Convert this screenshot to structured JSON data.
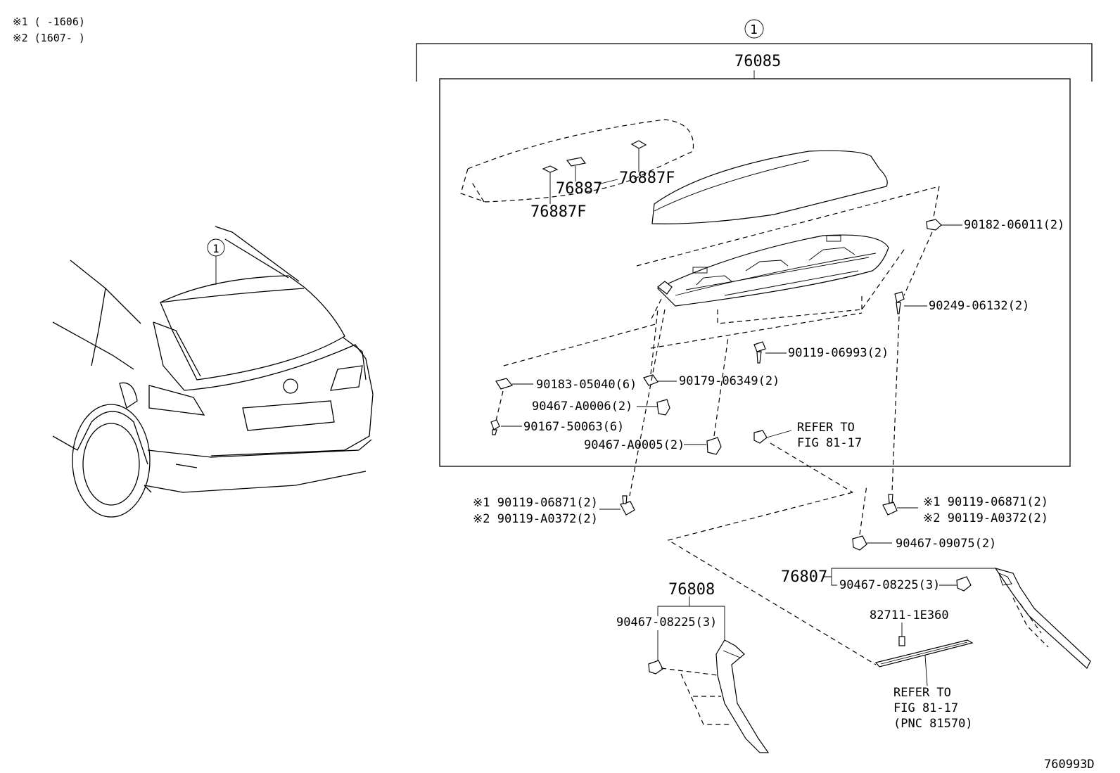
{
  "notes": {
    "n1": "※1 (      -1606)",
    "n2": "※2 (1607-      )"
  },
  "callouts": {
    "assembly_marker": "1",
    "car_marker": "1"
  },
  "labels": {
    "assembly": "76085",
    "p76887": "76887",
    "p76887F_a": "76887F",
    "p76887F_b": "76887F",
    "p90182": "90182-06011(2)",
    "p90249": "90249-06132(2)",
    "p90119_06993": "90119-06993(2)",
    "p90183": "90183-05040(6)",
    "p90179": "90179-06349(2)",
    "p90467_A0006": "90467-A0006(2)",
    "p90167": "90167-50063(6)",
    "p90467_A0005": "90467-A0005(2)",
    "refer1_line1": "REFER TO",
    "refer1_line2": "FIG 81-17",
    "left_bolt_1": "※1 90119-06871(2)",
    "left_bolt_2": "※2 90119-A0372(2)",
    "right_bolt_1": "※1 90119-06871(2)",
    "right_bolt_2": "※2 90119-A0372(2)",
    "p90467_09075": "90467-09075(2)",
    "p76807": "76807",
    "p90467_08225_r": "90467-08225(3)",
    "p76808": "76808",
    "p90467_08225_l": "90467-08225(3)",
    "p82711": "82711-1E360",
    "refer2_line1": "REFER TO",
    "refer2_line2": "FIG 81-17",
    "refer2_line3": "(PNC 81570)",
    "figure_id": "760993D"
  }
}
